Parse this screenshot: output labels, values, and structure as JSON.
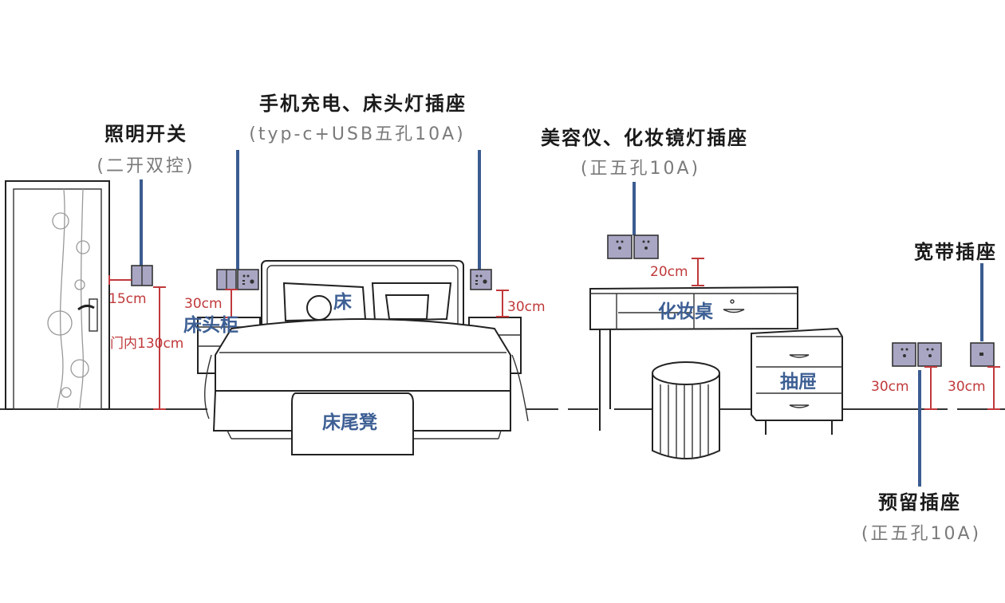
{
  "labels": {
    "light_switch": {
      "title": "照明开关",
      "sub": "(二开双控)"
    },
    "bedside_socket": {
      "title": "手机充电、床头灯插座",
      "sub": "(typ-c+USB五孔10A)"
    },
    "vanity_socket": {
      "title": "美容仪、化妆镜灯插座",
      "sub": "(正五孔10A)"
    },
    "broadband_socket": {
      "title": "宽带插座"
    },
    "reserved_socket": {
      "title": "预留插座",
      "sub": "(正五孔10A)"
    }
  },
  "dimensions": {
    "switch_from_door": "15cm",
    "switch_height": "门内130cm",
    "bedside_left_above_table": "30cm",
    "bedside_right_above_table": "30cm",
    "vanity_above_desk": "20cm",
    "reserved_height": "30cm",
    "broadband_height": "30cm"
  },
  "furniture": {
    "bed": "床",
    "nightstand": "床头柜",
    "bench": "床尾凳",
    "vanity": "化妆桌",
    "drawers": "抽屉"
  },
  "colors": {
    "leader": "#3b5c91",
    "dimension": "#c0393b",
    "furniture_label": "#3d5f94",
    "socket_fill": "#a9a6c4"
  }
}
